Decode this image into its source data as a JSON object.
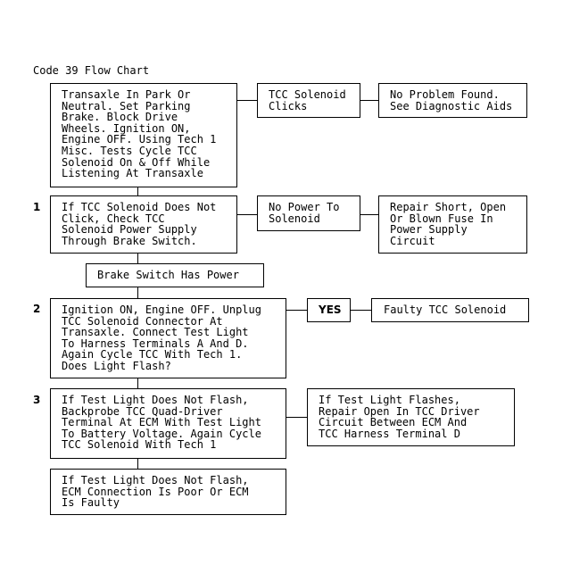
{
  "title": "Code 39 Flow Chart",
  "steps": {
    "s1": "1",
    "s2": "2",
    "s3": "3"
  },
  "boxes": {
    "start": "Transaxle In Park Or\nNeutral. Set Parking\nBrake. Block Drive\nWheels. Ignition ON,\nEngine OFF. Using Tech 1\nMisc. Tests Cycle TCC\nSolenoid On & Off While\nListening At Transaxle",
    "clicks": "TCC Solenoid\nClicks",
    "no_problem": "No Problem Found.\nSee Diagnostic Aids",
    "not_click": "If TCC Solenoid Does Not\nClick, Check TCC\nSolenoid Power Supply\nThrough Brake Switch.",
    "no_power": "No Power To\nSolenoid",
    "repair_short": "Repair Short, Open\nOr Blown Fuse In\nPower Supply\nCircuit",
    "brake_power": "Brake Switch Has Power",
    "unplug": "Ignition ON, Engine OFF. Unplug\nTCC Solenoid Connector At\nTransaxle. Connect Test Light\nTo Harness Terminals A And D.\nAgain Cycle TCC With Tech 1.\nDoes Light Flash?",
    "yes": "YES",
    "faulty": "Faulty TCC Solenoid",
    "backprobe": "If Test Light Does Not Flash,\nBackprobe TCC Quad-Driver\nTerminal At ECM With Test Light\nTo Battery Voltage. Again Cycle\nTCC Solenoid With Tech 1",
    "repair_open": "If Test Light Flashes,\nRepair Open In TCC Driver\nCircuit Between ECM And\nTCC Harness Terminal D",
    "ecm": "If Test Light Does Not Flash,\nECM Connection Is Poor Or ECM\nIs Faulty"
  }
}
